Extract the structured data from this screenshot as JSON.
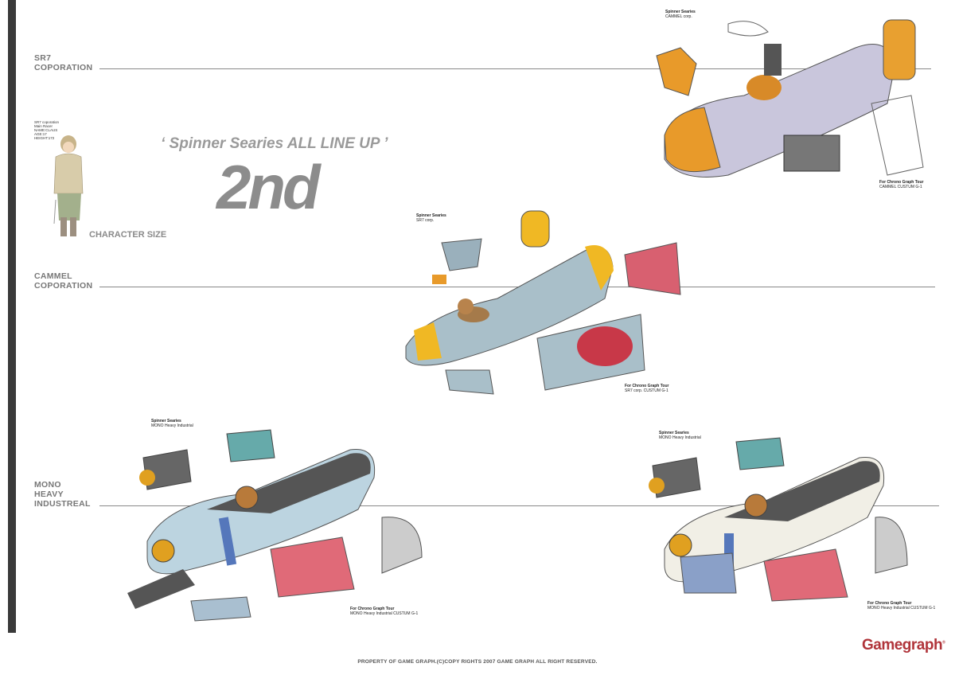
{
  "sections": [
    {
      "lines": [
        "SR7",
        "COPORATION"
      ]
    },
    {
      "lines": [
        "CAMMEL",
        "COPORATION"
      ]
    },
    {
      "lines": [
        "MONO",
        "HEAVY",
        "INDUSTREAL"
      ]
    }
  ],
  "header": {
    "title": "‘ Spinner Searies  ALL LINE UP ’",
    "edition": "2nd"
  },
  "character": {
    "label": "CHARACTER SIZE",
    "info": [
      "SR7 coporation",
      "Main Racer",
      "NAME:CLAUS",
      "AGE:17",
      "HEIGHT:172"
    ]
  },
  "sheets": [
    {
      "series": "Spinner Searies",
      "corp": "CAMMEL corp.",
      "caption1": "For Chrono Graph Tour",
      "caption2": "CAMMEL CUSTUM G-1",
      "accent": "#e89a2a",
      "body": "#c9c6dc"
    },
    {
      "series": "Spinner Searies",
      "corp": "SR7 corp.",
      "caption1": "For Chrono Graph Tour",
      "caption2": "SR7 corp. CUSTUM G-1",
      "accent": "#f0b824",
      "body": "#a9bfc9"
    },
    {
      "series": "Spinner Searies",
      "corp": "MONO Heavy Industrial",
      "caption1": "For Chrono Graph Tour",
      "caption2": "MONO Heavy Industrial CUSTUM G-1",
      "accent": "#e0a020",
      "body": "#bcd4e0"
    },
    {
      "series": "Spinner Searies",
      "corp": "MONO Heavy Industrial",
      "caption1": "For Chrono Graph Tour",
      "caption2": "MONO Heavy Industrial CUSTUM G-1",
      "accent": "#e0a020",
      "body": "#f1efe6"
    }
  ],
  "footer": "PROPERTY OF GAME GRAPH.(C)COPY RIGHTS 2007 GAME GRAPH ALL RIGHT RESERVED.",
  "logo": "Gamegraph"
}
